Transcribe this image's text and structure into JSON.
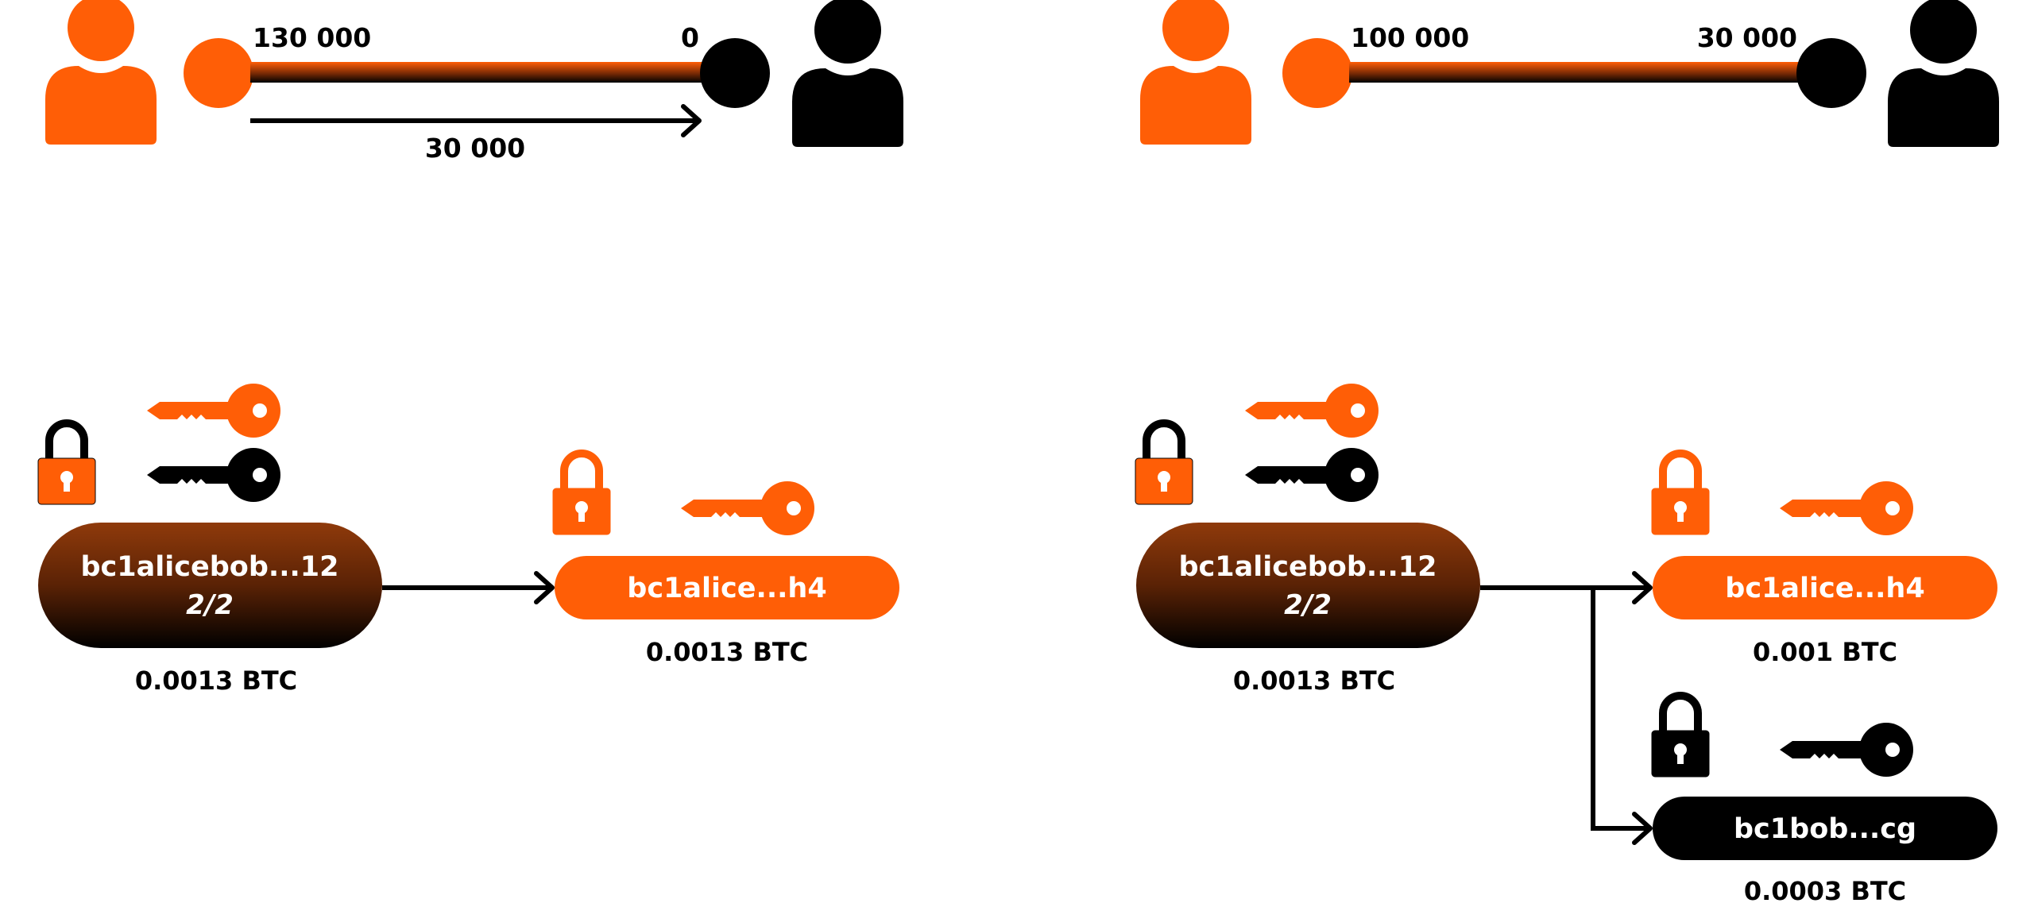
{
  "colors": {
    "orange": "#ff5e06",
    "black": "#000000",
    "dark_brown": "#2a0d02"
  },
  "icons": [
    "person-icon",
    "lock-icon",
    "key-icon",
    "arrow-right-icon"
  ],
  "scenario_a": {
    "channel": {
      "left_balance": "130 000",
      "right_balance": "0",
      "payment_amount": "30 000"
    },
    "funding": {
      "address": "bc1alicebob...12",
      "multisig": "2/2",
      "amount": "0.0013 BTC"
    },
    "outputs": [
      {
        "address": "bc1alice...h4",
        "amount": "0.0013 BTC"
      }
    ]
  },
  "scenario_b": {
    "channel": {
      "left_balance": "100 000",
      "right_balance": "30 000"
    },
    "funding": {
      "address": "bc1alicebob...12",
      "multisig": "2/2",
      "amount": "0.0013 BTC"
    },
    "outputs": [
      {
        "address": "bc1alice...h4",
        "amount": "0.001 BTC"
      },
      {
        "address": "bc1bob...cg",
        "amount": "0.0003 BTC"
      }
    ]
  }
}
